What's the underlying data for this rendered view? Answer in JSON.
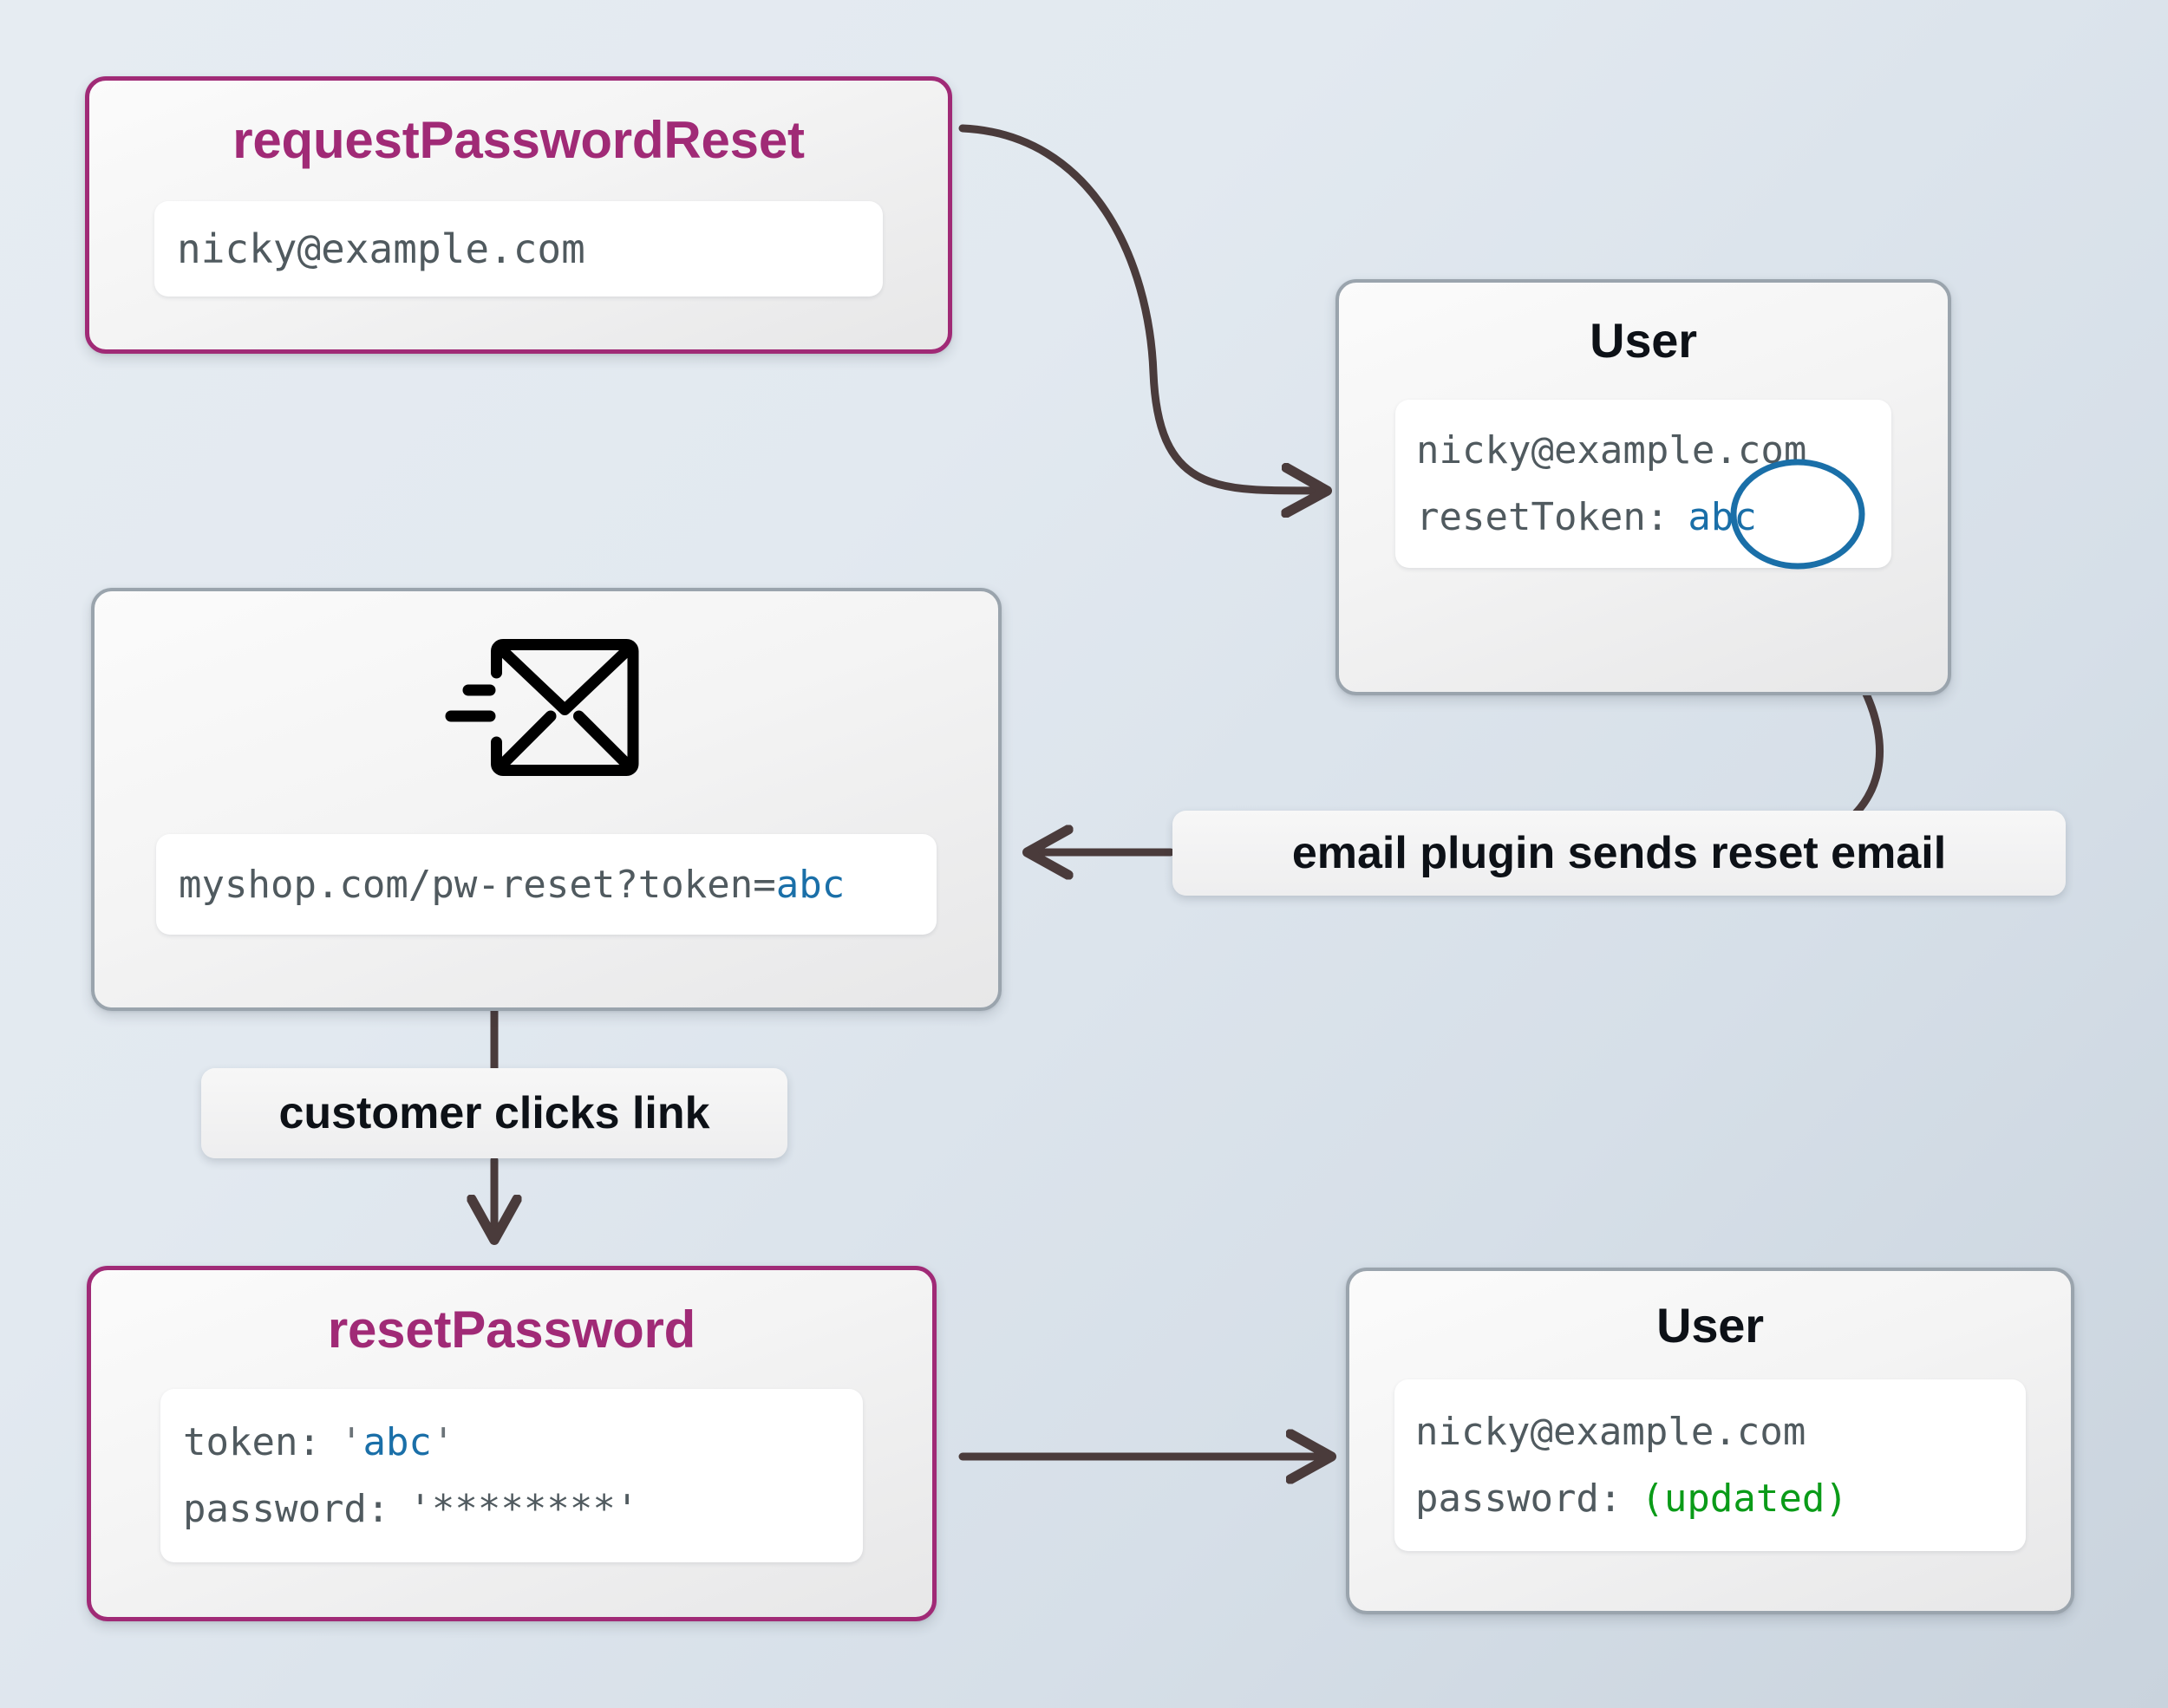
{
  "diagram": {
    "title": "password reset flow",
    "accent_color": "#a02a76",
    "token_color": "#1a6fa8",
    "updated_color": "#0a9b18",
    "edge_color": "#4a3b3b",
    "node_border_color": "#9aa4ad",
    "background_from": "#e6ecf2",
    "background_to": "#c9d3dd"
  },
  "nodes": {
    "request_password_reset": {
      "title": "requestPasswordReset",
      "email": "nicky@example.com"
    },
    "user_with_token": {
      "title": "User",
      "email": "nicky@example.com",
      "token_label": "resetToken:",
      "token_value": "abc",
      "annotation": "circled-token"
    },
    "email_message": {
      "icon": "envelope-send-icon",
      "url_prefix": "myshop.com/pw-reset?token=",
      "url_token": "abc"
    },
    "reset_password": {
      "title": "resetPassword",
      "token_label": "token:",
      "token_quote_open": "'",
      "token_value": "abc",
      "token_quote_close": "'",
      "password_label": "password:",
      "password_value": "'********'"
    },
    "user_updated": {
      "title": "User",
      "email": "nicky@example.com",
      "password_label": "password:",
      "password_value": "(updated)"
    }
  },
  "edges": [
    {
      "id": "request-to-user",
      "label": "",
      "from": "request_password_reset",
      "to": "user_with_token",
      "style": "curved-arrow"
    },
    {
      "id": "token-to-plugin",
      "label": "",
      "from": "user_with_token",
      "to": "email_plugin_label",
      "style": "curved-line"
    },
    {
      "id": "plugin-to-email",
      "label": "email plugin sends reset email",
      "from": "email_plugin_label",
      "to": "email_message",
      "style": "straight-arrow-left"
    },
    {
      "id": "email-to-reset",
      "label": "customer clicks link",
      "from": "email_message",
      "to": "reset_password",
      "style": "straight-arrow-down"
    },
    {
      "id": "reset-to-user",
      "label": "",
      "from": "reset_password",
      "to": "user_updated",
      "style": "straight-arrow-right"
    }
  ],
  "labels": {
    "email_plugin": "email plugin sends reset email",
    "customer_clicks": "customer clicks link"
  }
}
